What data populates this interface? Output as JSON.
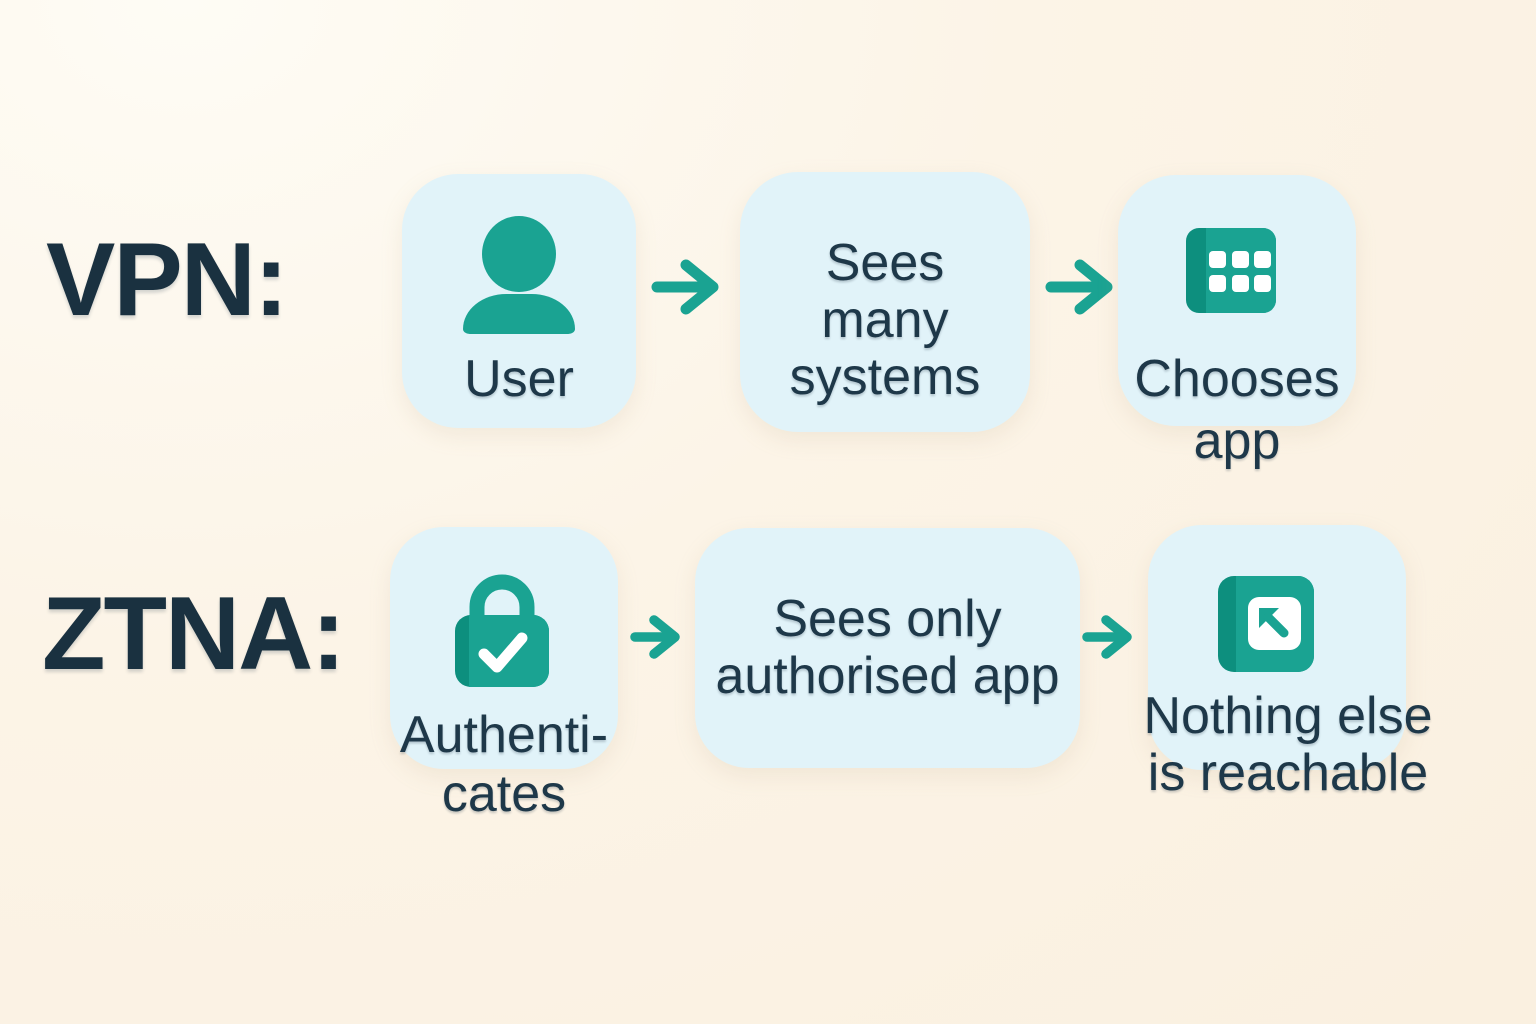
{
  "colors": {
    "background_cream": "#fcf4e7",
    "card_blue": "#e1f3f9",
    "teal": "#1aa392",
    "teal_dark": "#0d8f7e",
    "text_navy": "#1e3849",
    "heading_navy": "#1a3140"
  },
  "vpn": {
    "label": "VPN:",
    "user_caption": "User",
    "sees": {
      "line1": "Sees",
      "line2": "many",
      "line3": "systems"
    },
    "chooses": {
      "line1": "Chooses",
      "line2": "app"
    }
  },
  "ztna": {
    "label": "ZTNA:",
    "authenticates": {
      "line1": "Authenti-",
      "line2": "cates"
    },
    "sees_only": {
      "line1": "Sees only",
      "line2": "authorised app"
    },
    "nothing": {
      "line1": "Nothing else",
      "line2": "is reachable"
    }
  },
  "icons": {
    "user": "user-icon",
    "app_grid": "app-grid-icon",
    "lock_check": "lock-check-icon",
    "app_restricted": "app-restricted-icon",
    "arrow": "arrow-right-icon"
  }
}
